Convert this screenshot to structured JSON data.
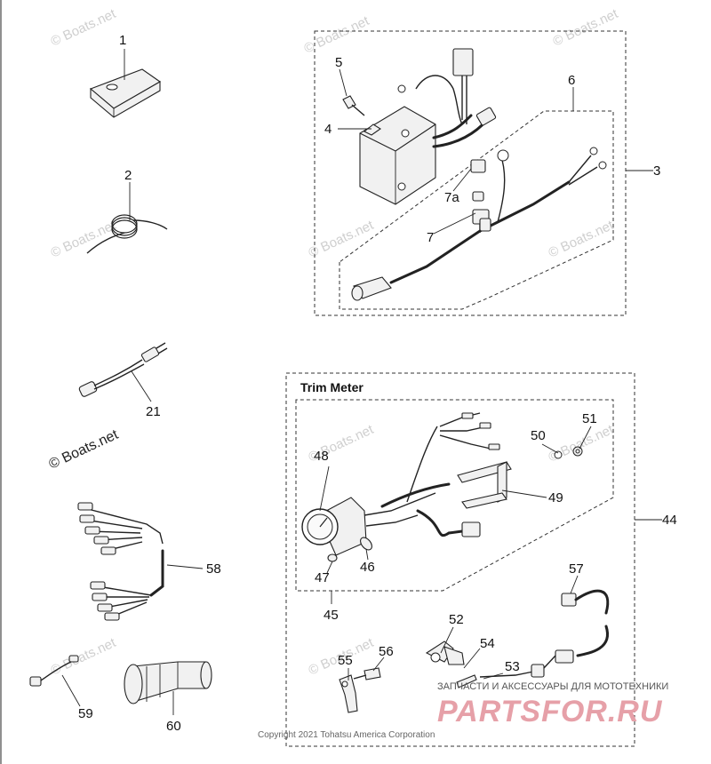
{
  "watermark": "© Boats.net",
  "group_titles": {
    "trim_meter": "Trim Meter"
  },
  "copyright": "Copyright 2021 Tohatsu America Corporation",
  "banner": {
    "tagline": "ЗАПЧАСТИ И АКСЕССУАРЫ ДЛЯ МОТОТЕХНИКИ",
    "logo": "PARTSFOR.RU"
  },
  "labels": {
    "p1": "1",
    "p2": "2",
    "p3": "3",
    "p4": "4",
    "p5": "5",
    "p6": "6",
    "p7": "7",
    "p7a": "7a",
    "p21": "21",
    "p44": "44",
    "p45": "45",
    "p46": "46",
    "p47": "47",
    "p48": "48",
    "p49": "49",
    "p50": "50",
    "p51": "51",
    "p52": "52",
    "p53": "53",
    "p54": "54",
    "p55": "55",
    "p56": "56",
    "p57": "57",
    "p58": "58",
    "p59": "59",
    "p60": "60"
  }
}
